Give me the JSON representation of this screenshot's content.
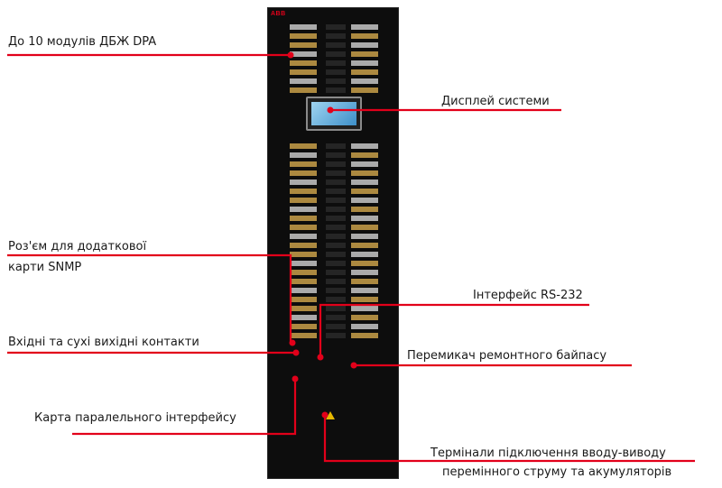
{
  "callouts": [
    {
      "id": "dpa-modules",
      "text": "До 10 модулів ДБЖ DPA"
    },
    {
      "id": "system-display",
      "text": "Дисплей системи"
    },
    {
      "id": "snmp-slot-1",
      "text": "Роз'єм для додаткової"
    },
    {
      "id": "snmp-slot-2",
      "text": "карти SNMP"
    },
    {
      "id": "rs232",
      "text": "Інтерфейс RS-232"
    },
    {
      "id": "dry-contacts",
      "text": "Вхідні та сухі вихідні контакти"
    },
    {
      "id": "maintenance-bypass",
      "text": "Перемикач ремонтного байпасу"
    },
    {
      "id": "parallel-card",
      "text": "Карта паралельного інтерфейсу"
    },
    {
      "id": "terminals-1",
      "text": "Термінали підключення вводу-виводу"
    },
    {
      "id": "terminals-2",
      "text": "перемінного струму та акумуляторів"
    }
  ],
  "cabinet": {
    "logo": "ABB"
  },
  "colors": {
    "accent": "#e2001a",
    "cabinet": "#0d0d0d"
  }
}
